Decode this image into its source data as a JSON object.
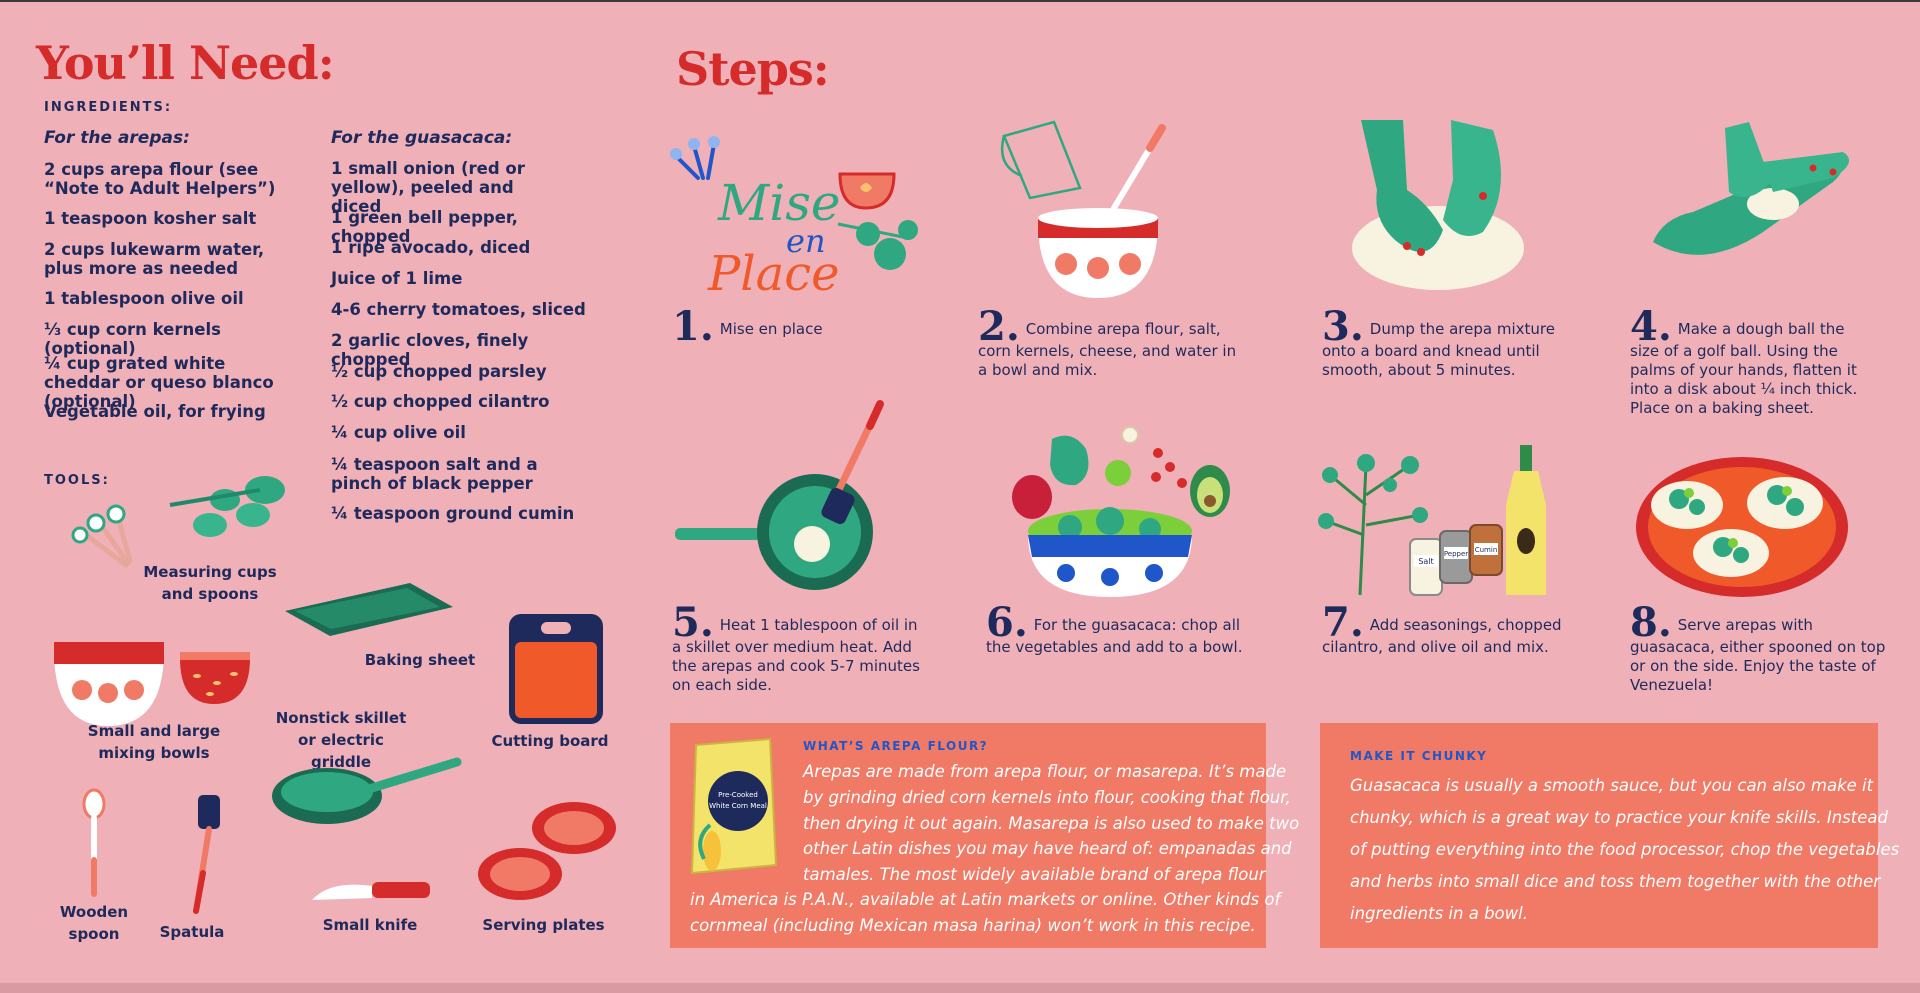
{
  "left": {
    "heading": "You’ll Need:",
    "ingredients_label": "INGREDIENTS:",
    "arepas_heading": "For the arepas:",
    "arepas_items": [
      "2 cups arepa flour (see “Note to Adult Helpers”)",
      "1 teaspoon kosher salt",
      "2 cups lukewarm water, plus more as needed",
      "1 tablespoon olive oil",
      "⅓ cup corn kernels (optional)",
      "¼ cup grated white cheddar or queso blanco (optional)",
      "Vegetable oil, for frying"
    ],
    "guasacaca_heading": "For the guasacaca:",
    "guasacaca_items": [
      "1 small onion (red or yellow), peeled and diced",
      "1 green bell pepper, chopped",
      "1 ripe avocado, diced",
      "Juice of 1 lime",
      "4-6 cherry tomatoes, sliced",
      "2 garlic cloves, finely chopped",
      "½ cup chopped parsley",
      "½ cup chopped cilantro",
      "¼ cup olive oil",
      "¼ teaspoon salt and a pinch of black pepper",
      "¼ teaspoon ground cumin"
    ],
    "tools_label": "TOOLS:",
    "tools": {
      "measuring": "Measuring cups and spoons",
      "baking_sheet": "Baking sheet",
      "bowls": "Small and large mixing bowls",
      "skillet": "Nonstick skillet or electric griddle",
      "cutting_board": "Cutting board",
      "spoon": "Wooden spoon",
      "spatula": "Spatula",
      "knife": "Small knife",
      "plates": "Serving plates"
    }
  },
  "steps": {
    "heading": "Steps:",
    "mise_art": {
      "line1": "Mise",
      "line2": "en",
      "line3": "Place"
    },
    "items": [
      {
        "num": "1.",
        "text": "Mise en place"
      },
      {
        "num": "2.",
        "text": "Combine arepa flour, salt, corn kernels, cheese, and water in a bowl and mix."
      },
      {
        "num": "3.",
        "text": "Dump the arepa mixture onto a board and knead until smooth, about 5 minutes."
      },
      {
        "num": "4.",
        "text": "Make a dough ball the size of a golf ball. Using the palms of your hands, flatten it into a disk about ¼ inch thick. Place on a baking sheet."
      },
      {
        "num": "5.",
        "text": "Heat 1 tablespoon of oil in a skillet over medium heat. Add the arepas and cook 5-7 minutes on each side."
      },
      {
        "num": "6.",
        "text": "For the guasacaca: chop all the vegetables and add to a bowl."
      },
      {
        "num": "7.",
        "text": "Add seasonings, chopped cilantro, and olive oil and mix."
      },
      {
        "num": "8.",
        "text": "Serve arepas with guasacaca, either spooned on top or on the side. Enjoy the taste of Venezuela!"
      }
    ],
    "jar_labels": {
      "salt": "Salt",
      "pepper": "Pepper",
      "cumin": "Cumin"
    }
  },
  "info_boxes": {
    "flour": {
      "title": "WHAT’S AREPA FLOUR?",
      "bag_label_1": "Pre-Cooked",
      "bag_label_2": "White Corn Meal",
      "lines": [
        "Arepas are made from arepa flour, or masarepa. It’s made",
        "by grinding dried corn kernels into flour, cooking that flour,",
        "then drying it out again. Masarepa is also used to make two",
        "other Latin dishes you may have heard of: empanadas and",
        "tamales. The most widely available brand of arepa flour",
        "in America is P.A.N., available at Latin markets or online. Other kinds of",
        "cornmeal (including Mexican masa harina) won’t work in this recipe."
      ]
    },
    "chunky": {
      "title": "MAKE IT CHUNKY",
      "lines": [
        "Guasacaca is usually a smooth sauce, but you can also make it",
        "chunky, which is a great way to practice your knife skills. Instead",
        "of putting everything into the food processor, chop the vegetables",
        "and herbs into small dice and toss them together with the other",
        "ingredients in a bowl."
      ]
    }
  },
  "colors": {
    "background": "#f0b0b7",
    "heading_red": "#d52b2b",
    "navy": "#1f2a5c",
    "coral_box": "#f07a66",
    "teal": "#2fa882",
    "box_title_blue": "#1f56c9"
  }
}
